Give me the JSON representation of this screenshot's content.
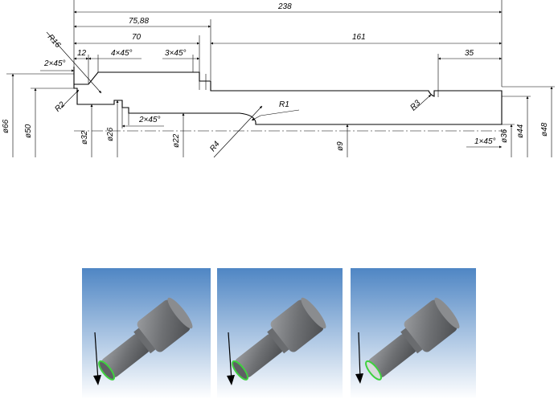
{
  "dimensions": {
    "overall_length": "238",
    "length_75_88": "75,88",
    "length_70": "70",
    "length_161": "161",
    "length_35": "35",
    "length_12": "12",
    "chamfer_4x45": "4×45°",
    "chamfer_3x45": "3×45°",
    "chamfer_2x45_top": "2×45°",
    "chamfer_2x45_bottom": "2×45°",
    "chamfer_1x45": "1×45°",
    "radius_16": "R16",
    "radius_2": "R2",
    "radius_1": "R1",
    "radius_3": "R3",
    "radius_4": "R4",
    "dia_66": "ø66",
    "dia_50": "ø50",
    "dia_32": "ø32",
    "dia_26": "ø26",
    "dia_22": "ø22",
    "dia_9": "ø9",
    "dia_36": "ø36",
    "dia_44": "ø44",
    "dia_48": "ø48"
  },
  "colors": {
    "sky_top": "#4f86c4",
    "sky_bottom": "#ffffff",
    "metal": "#7d7f82",
    "highlight_edge": "#3fd13f"
  },
  "panels": [
    {
      "icon": "shaft-3d-view-1",
      "arrow": "arrow-icon"
    },
    {
      "icon": "shaft-3d-view-2",
      "arrow": "arrow-icon"
    },
    {
      "icon": "shaft-3d-view-3",
      "arrow": "arrow-icon"
    }
  ]
}
